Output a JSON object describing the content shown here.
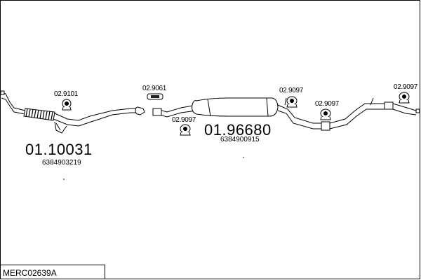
{
  "diagram": {
    "model_code": "MERC02639A",
    "parts": [
      {
        "number": "01.10031",
        "oe_number": "6384903219"
      },
      {
        "number": "01.96680",
        "oe_number": "6384900915"
      }
    ],
    "accessories": {
      "front_mount": "02.9101",
      "clamp": "02.9061",
      "mount_a": "02.9097",
      "mount_b": "02.9097",
      "mount_c": "02.9097",
      "mount_d": "02.9097"
    }
  }
}
